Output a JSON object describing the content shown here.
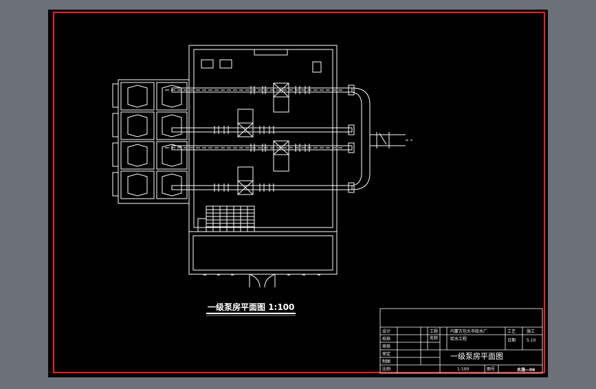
{
  "drawing": {
    "title": "一级泵房平面图 1:100"
  },
  "title_block": {
    "drawing_name": "一级泵房平面图",
    "project": "内蒙古包头市给水厂",
    "project_line2": "给水工程",
    "scale": "1:100",
    "drawing_no": "水施—06",
    "labels": {
      "r1": "设计",
      "r2": "校核",
      "r3": "审核",
      "r4": "审定",
      "r5": "制图",
      "proj1": "工程",
      "proj2": "名称",
      "stage": "工艺",
      "stage_val": "施工",
      "date": "日期",
      "date_val": "5.10",
      "drawno_label": "图号"
    }
  },
  "colors": {
    "background": "#000000",
    "frame": "#ff2020",
    "line": "#ffffff",
    "window_bg": "#6c7079"
  }
}
